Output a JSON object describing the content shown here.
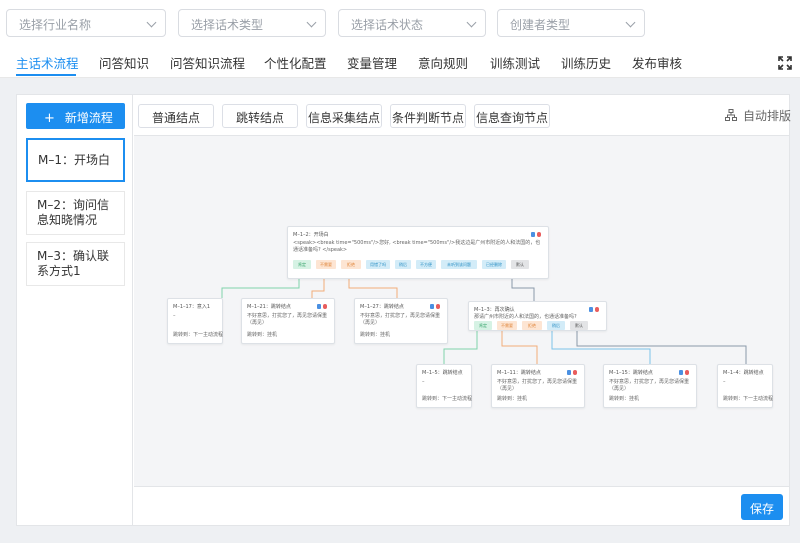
{
  "filters": {
    "industry_placeholder": "选择行业名称",
    "script_type_placeholder": "选择话术类型",
    "script_status_placeholder": "选择话术状态",
    "creator_type_placeholder": "创建者类型"
  },
  "tabs": [
    {
      "label": "主话术流程",
      "active": true
    },
    {
      "label": "问答知识"
    },
    {
      "label": "问答知识流程"
    },
    {
      "label": "个性化配置"
    },
    {
      "label": "变量管理"
    },
    {
      "label": "意向规则"
    },
    {
      "label": "训练测试"
    },
    {
      "label": "训练历史"
    },
    {
      "label": "发布审核"
    }
  ],
  "sidebar": {
    "add_flow_label": "新增流程",
    "flows": [
      {
        "label": "M–1：开场白",
        "active": true
      },
      {
        "label": "M–2：询问信息知晓情况"
      },
      {
        "label": "M–3：确认联系方式1"
      }
    ]
  },
  "toolbar": {
    "buttons": [
      "普通结点",
      "跳转结点",
      "信息采集结点",
      "条件判断节点",
      "信息查询节点"
    ],
    "auto_layout_label": "自动排版"
  },
  "save_label": "保存",
  "colors": {
    "accent": "#1c8ef0",
    "link_green": "#7fd4ab",
    "link_orange": "#f2ad7a",
    "link_blue": "#7cc3ea",
    "link_gray": "#8a99aa"
  },
  "flow_nodes": {
    "root": {
      "title": "M–1–2：开场白",
      "content": "<speak><break time=\"500ms\"/>您好, <break time=\"500ms\"/>我这边是广州市附近的人和法国的，也通话准备吗? </speak>",
      "branches": [
        "肯定",
        "不需要",
        "拒绝",
        "用错了吗",
        "稍后",
        "不方便",
        "未听到该问题",
        "已经删除",
        "默认"
      ]
    },
    "n1": {
      "title": "M–1–17：意入1",
      "content": "–",
      "footer": "跳转到：下一主动流程"
    },
    "n2": {
      "title": "M–1–21：跳转结点",
      "content": "不好意思，打扰您了，再见您请保重（再见）",
      "footer": "跳转到：挂机"
    },
    "n3": {
      "title": "M–1–27：跳转结点",
      "content": "不好意思，打扰您了，再见您请保重（再见）",
      "footer": "跳转到：挂机"
    },
    "n4": {
      "title": "M–1–3：再次确认",
      "content": "那请广州市附近的人和法国的，也通话准备吗?",
      "branches": [
        "肯定",
        "不需要",
        "拒绝",
        "稍后",
        "默认"
      ]
    },
    "n5": {
      "title": "M–1–5：跳转结点",
      "content": "–",
      "footer": "跳转到：下一主动流程"
    },
    "n6": {
      "title": "M–1–11：跳转结点",
      "content": "不好意思，打扰您了，再见您请保重（再见）",
      "footer": "跳转到：挂机"
    },
    "n7": {
      "title": "M–1–15：跳转结点",
      "content": "不好意思，打扰您了，再见您请保重（再见）",
      "footer": "跳转到：挂机"
    },
    "n8": {
      "title": "M–1–4：跳转结点",
      "content": "–",
      "footer": "跳转到：下一主动流程"
    }
  }
}
